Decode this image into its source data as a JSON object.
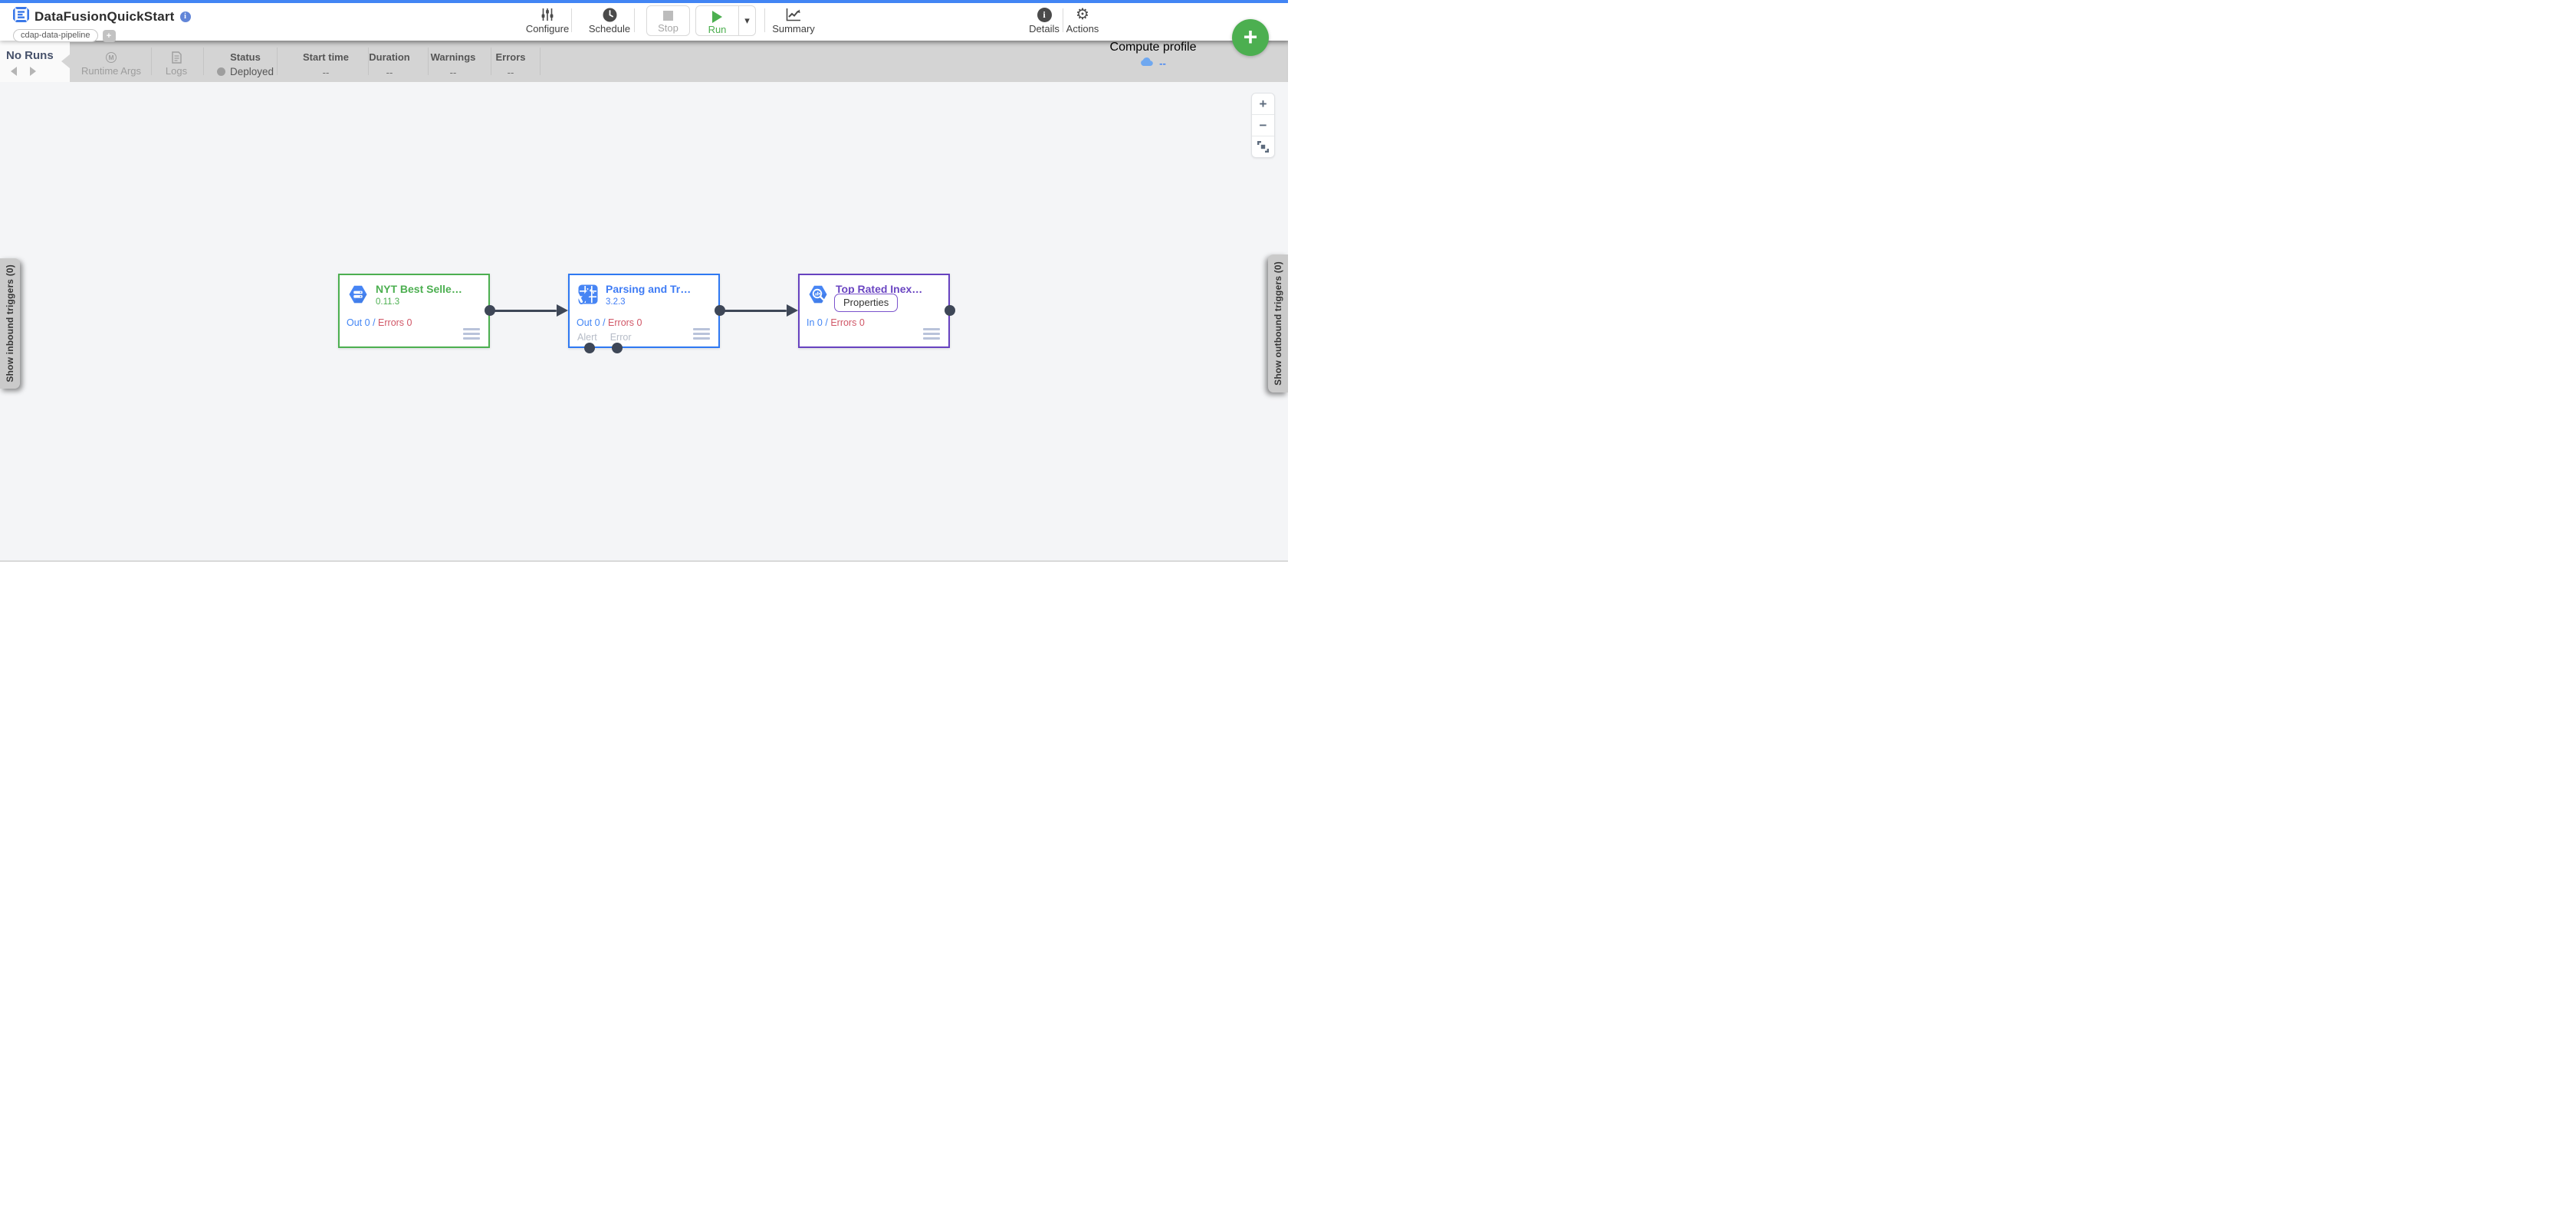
{
  "header": {
    "title": "DataFusionQuickStart",
    "info_glyph": "i",
    "pipeline_tag": "cdap-data-pipeline",
    "add_tag": "+",
    "configure": "Configure",
    "schedule": "Schedule",
    "stop": "Stop",
    "run": "Run",
    "dropdown_glyph": "▾",
    "summary": "Summary",
    "details": "Details",
    "details_glyph": "i",
    "actions": "Actions",
    "gear_glyph": "⚙",
    "add_node_button": "+"
  },
  "runs_bar": {
    "no_runs": "No Runs",
    "runtime_args": {
      "label": "Runtime Args",
      "icon_letter": "M"
    },
    "logs": "Logs",
    "columns": [
      {
        "label": "Status",
        "value": "Deployed"
      },
      {
        "label": "Start time",
        "value": "--"
      },
      {
        "label": "Duration",
        "value": "--"
      },
      {
        "label": "Warnings",
        "value": "--"
      },
      {
        "label": "Errors",
        "value": "--"
      }
    ],
    "compute_profile": {
      "label": "Compute profile",
      "value": "--"
    }
  },
  "canvas": {
    "nodes": [
      {
        "title": "NYT Best Selle…",
        "version": "0.11.3",
        "metric": "Out 0",
        "separator": "/",
        "errors": "Errors 0"
      },
      {
        "title": "Parsing and Tr…",
        "version": "3.2.3",
        "metric": "Out 0",
        "separator": "/",
        "errors": "Errors 0",
        "alert": "Alert",
        "error": "Error"
      },
      {
        "title": "Top Rated Inex…",
        "properties": "Properties",
        "metric": "In 0",
        "separator": "/",
        "errors": "Errors 0"
      }
    ],
    "left_tab": "Show inbound triggers (0)",
    "right_tab": "Show outbound triggers (0)",
    "zoom_in": "+",
    "zoom_out": "−"
  },
  "colors": {
    "top_bar_blue": "#4285f4",
    "accent_green": "#4caf50",
    "accent_blue": "#3f7cf5",
    "accent_purple": "#6a45c2",
    "error_red": "#d05666",
    "metric_blue": "#4285f4",
    "port_dark": "#3e4757",
    "runs_bar_gray": "#d4d4d4",
    "canvas_gray": "#f4f5f7"
  }
}
